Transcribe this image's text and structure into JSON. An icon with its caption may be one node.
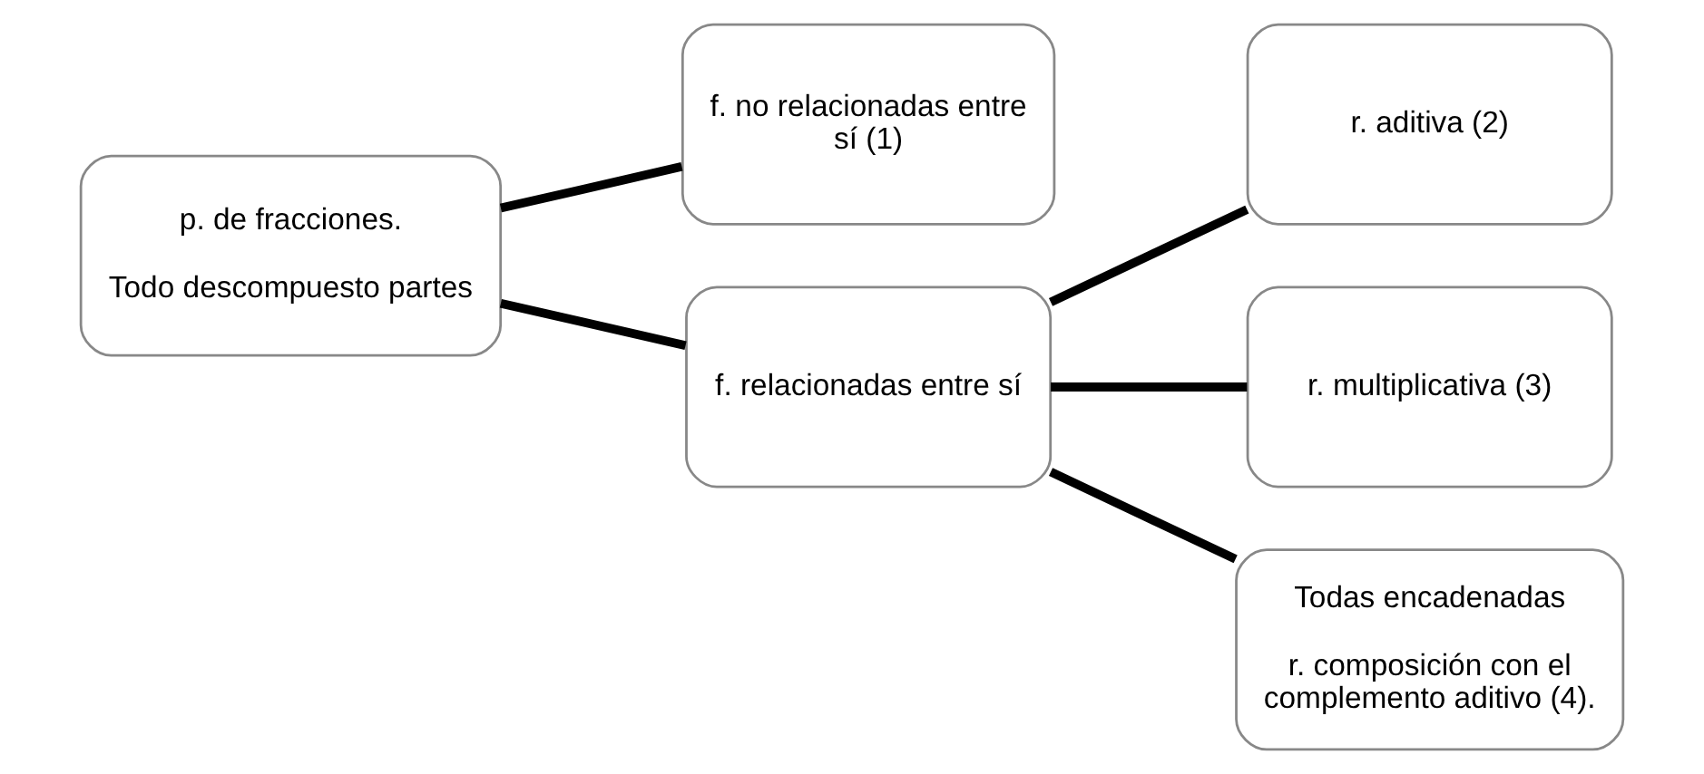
{
  "diagram": {
    "nodes": [
      {
        "text": [
          "p. de fracciones.",
          "Todo descompuesto partes"
        ]
      },
      {
        "text": [
          "f. no relacionadas entre sí (1)"
        ]
      },
      {
        "text": [
          "f. relacionadas entre sí"
        ]
      },
      {
        "text": [
          "r. aditiva (2)"
        ]
      },
      {
        "text": [
          "r. multiplicativa (3)"
        ]
      },
      {
        "text": [
          "Todas encadenadas",
          "r. composición con el complemento aditivo (4)."
        ]
      }
    ],
    "edges": [
      {
        "from": 0,
        "to": 1,
        "arrow": "none"
      },
      {
        "from": 0,
        "to": 2,
        "arrow": "none"
      },
      {
        "from": 2,
        "to": 3,
        "arrow": "none"
      },
      {
        "from": 2,
        "to": 4,
        "arrow": "none"
      },
      {
        "from": 2,
        "to": 5,
        "arrow": "none"
      }
    ]
  }
}
